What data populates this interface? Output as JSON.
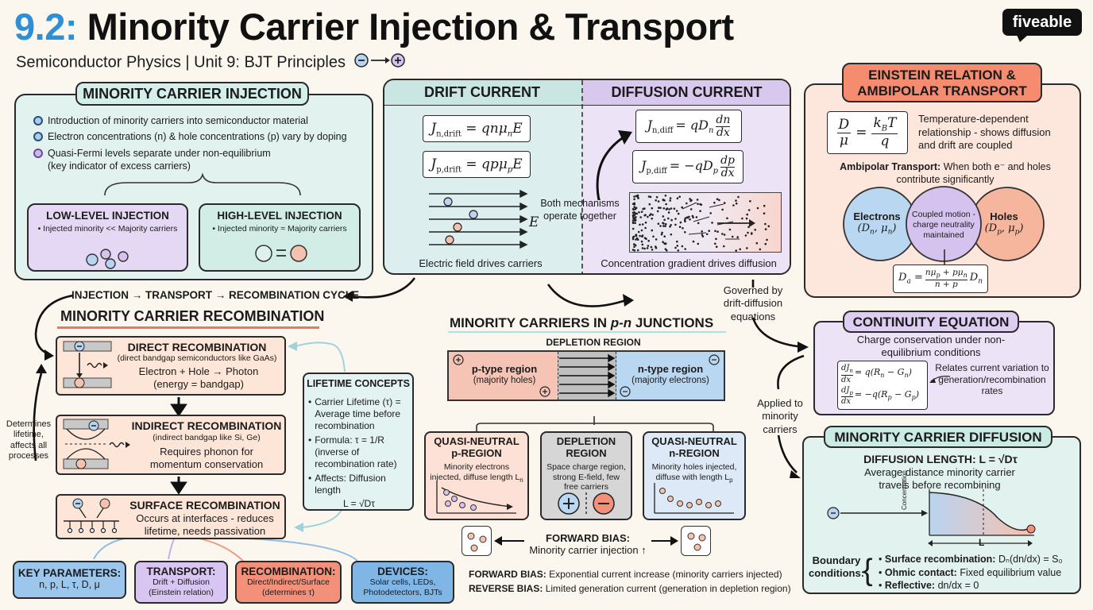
{
  "header": {
    "number": "9.2:",
    "title": "Minority Carrier Injection & Transport",
    "subtitle": "Semiconductor Physics | Unit 9: BJT Principles",
    "logo": "fiveable"
  },
  "injection": {
    "title": "MINORITY CARRIER INJECTION",
    "bullets": [
      "Introduction of minority carriers into semiconductor material",
      "Electron concentrations (n) & hole concentrations (p) vary by doping",
      "Quasi-Fermi levels separate under non-equilibrium",
      "(key indicator of excess carriers)"
    ],
    "low_title": "LOW-LEVEL INJECTION",
    "low_text": "• Injected minority << Majority carriers",
    "high_title": "HIGH-LEVEL INJECTION",
    "high_text": "• Injected minority ≈ Majority carriers"
  },
  "drift": {
    "title": "DRIFT CURRENT",
    "eq1_lhs": "J",
    "eq1_sub": "n,drift",
    "eq1_rhs": "= qnμ",
    "eq1_rsub": "n",
    "eq1_tail": "E",
    "eq2_lhs": "J",
    "eq2_sub": "p,drift",
    "eq2_rhs": "= qpμ",
    "eq2_rsub": "p",
    "eq2_tail": "E",
    "field_label": "E",
    "caption": "Electric field drives carriers"
  },
  "diffusion": {
    "title": "DIFFUSION CURRENT",
    "eq1_lhs": "J",
    "eq1_sub": "n,diff",
    "eq1_mid": "= qD",
    "eq1_msub": "n",
    "eq1_num": "dn",
    "eq1_den": "dx",
    "eq2_lhs": "J",
    "eq2_sub": "p,diff",
    "eq2_mid": "= −qD",
    "eq2_msub": "p",
    "eq2_num": "dp",
    "eq2_den": "dx",
    "caption": "Concentration gradient drives diffusion",
    "both": "Both mechanisms operate together"
  },
  "einstein": {
    "title_line1": "EINSTEIN RELATION &",
    "title_line2": "AMBIPOLAR TRANSPORT",
    "eq_lhs_num": "D",
    "eq_lhs_den": "μ",
    "eq_rhs_num": "k",
    "eq_rhs_num_sub": "B",
    "eq_rhs_num_tail": "T",
    "eq_rhs_den": "q",
    "eq_text": "Temperature-dependent relationship - shows diffusion and drift are coupled",
    "ambipolar_label": "Ambipolar Transport:",
    "ambipolar_text": "When both e⁻ and holes contribute significantly",
    "electrons": "Electrons",
    "electrons_params": "(D",
    "electrons_params_n": "n",
    "electrons_params_mid": ", μ",
    "electrons_params_n2": "n",
    "electrons_params_end": ")",
    "coupled": "Coupled motion - charge neutrality maintained",
    "holes": "Holes",
    "holes_params": "(D",
    "holes_params_p": "p",
    "holes_params_mid": ", μ",
    "holes_params_p2": "p",
    "holes_params_end": ")",
    "da_lhs": "D",
    "da_sub": "a",
    "da_num": "nμ",
    "da_num_sub1": "p",
    "da_num_mid": " + pμ",
    "da_num_sub2": "n",
    "da_den": "n + p",
    "da_tail": "D",
    "da_tail_sub": "n"
  },
  "flow": {
    "cycle": "INJECTION → TRANSPORT → RECOMBINATION CYCLE",
    "governed": "Governed by drift-diffusion equations",
    "applied": "Applied to minority carriers",
    "determines": "Determines lifetime, affects all processes"
  },
  "recombination": {
    "title": "MINORITY CARRIER RECOMBINATION",
    "direct_title": "DIRECT RECOMBINATION",
    "direct_sub": "(direct bandgap semiconductors like GaAs)",
    "direct_text": "Electron + Hole → Photon (energy = bandgap)",
    "indirect_title": "INDIRECT RECOMBINATION",
    "indirect_sub": "(indirect bandgap like Si, Ge)",
    "indirect_text": "Requires phonon for momentum conservation",
    "surface_title": "SURFACE RECOMBINATION",
    "surface_text": "Occurs at interfaces - reduces lifetime, needs passivation"
  },
  "lifetime": {
    "title": "LIFETIME CONCEPTS",
    "items": [
      "Carrier Lifetime (τ) = Average time before recombination",
      "Formula: τ = 1/R (inverse of recombination rate)",
      "Affects: Diffusion length"
    ],
    "formula": "L = √Dτ"
  },
  "junction": {
    "title_prefix": "MINORITY CARRIERS IN ",
    "title_em": "p-n",
    "title_suffix": " JUNCTIONS",
    "depletion": "DEPLETION REGION",
    "ptype": "p-type region",
    "ptype_sub": "(majority holes)",
    "ntype": "n-type region",
    "ntype_sub": "(majority electrons)",
    "qn_p_title": "QUASI-NEUTRAL p-REGION",
    "qn_p_text": "Minority electrons injected, diffuse length L",
    "qn_p_sub": "n",
    "dep_title": "DEPLETION REGION",
    "dep_text": "Space charge region, strong E-field, few free carriers",
    "qn_n_title": "QUASI-NEUTRAL n-REGION",
    "qn_n_text": "Minority holes injected, diffuse with length L",
    "qn_n_sub": "p",
    "fwd_title": "FORWARD BIAS:",
    "fwd_text": "Minority carrier injection ↑",
    "fwd_line_label": "FORWARD BIAS:",
    "fwd_line": "Exponential current increase (minority carriers injected)",
    "rev_line_label": "REVERSE BIAS:",
    "rev_line": "Limited generation current (generation in depletion region)"
  },
  "continuity": {
    "title": "CONTINUITY EQUATION",
    "text": "Charge conservation under non-equilibrium conditions",
    "eq1": "= q(R",
    "eq1_sub": "n",
    "eq1_tail": " − G",
    "eq1_sub2": "n",
    "eq2": "= −q(R",
    "eq2_sub": "p",
    "eq2_tail": " − G",
    "eq2_sub2": "p",
    "relates": "Relates current variation to generation/recombination rates"
  },
  "mcdiffusion": {
    "title": "MINORITY CARRIER DIFFUSION",
    "length": "DIFFUSION LENGTH: L = √Dτ",
    "length_text": "Average distance minority carrier travels before recombining",
    "axis_label": "Concentration",
    "L_label": "L",
    "boundary": "Boundary conditions:",
    "items": [
      {
        "label": "Surface recombination:",
        "text": "Dₙ(dn/dx) = S₀"
      },
      {
        "label": "Ohmic contact:",
        "text": "Fixed equilibrium value"
      },
      {
        "label": "Reflective:",
        "text": "dn/dx = 0"
      }
    ]
  },
  "footer": {
    "key_title": "KEY PARAMETERS:",
    "key_text": "n, p, L, τ, D, μ",
    "transport_title": "TRANSPORT:",
    "transport_text": "Drift + Diffusion (Einstein relation)",
    "recomb_title": "RECOMBINATION:",
    "recomb_text": "Direct/Indirect/Surface (determines τ)",
    "devices_title": "DEVICES:",
    "devices_text": "Solar cells, LEDs, Photodetectors, BJTs"
  },
  "colors": {
    "teal": "#dff1ee",
    "drift": "#dcefee",
    "diff": "#e6dcf3",
    "einstein": "#fde6dc",
    "einstein_title": "#f58b6f",
    "continuity": "#ece3f7",
    "recomb": "#fde6d8",
    "lilac": "#e5d8f5",
    "blue": "#9dc6ec",
    "red": "#f2907a"
  }
}
